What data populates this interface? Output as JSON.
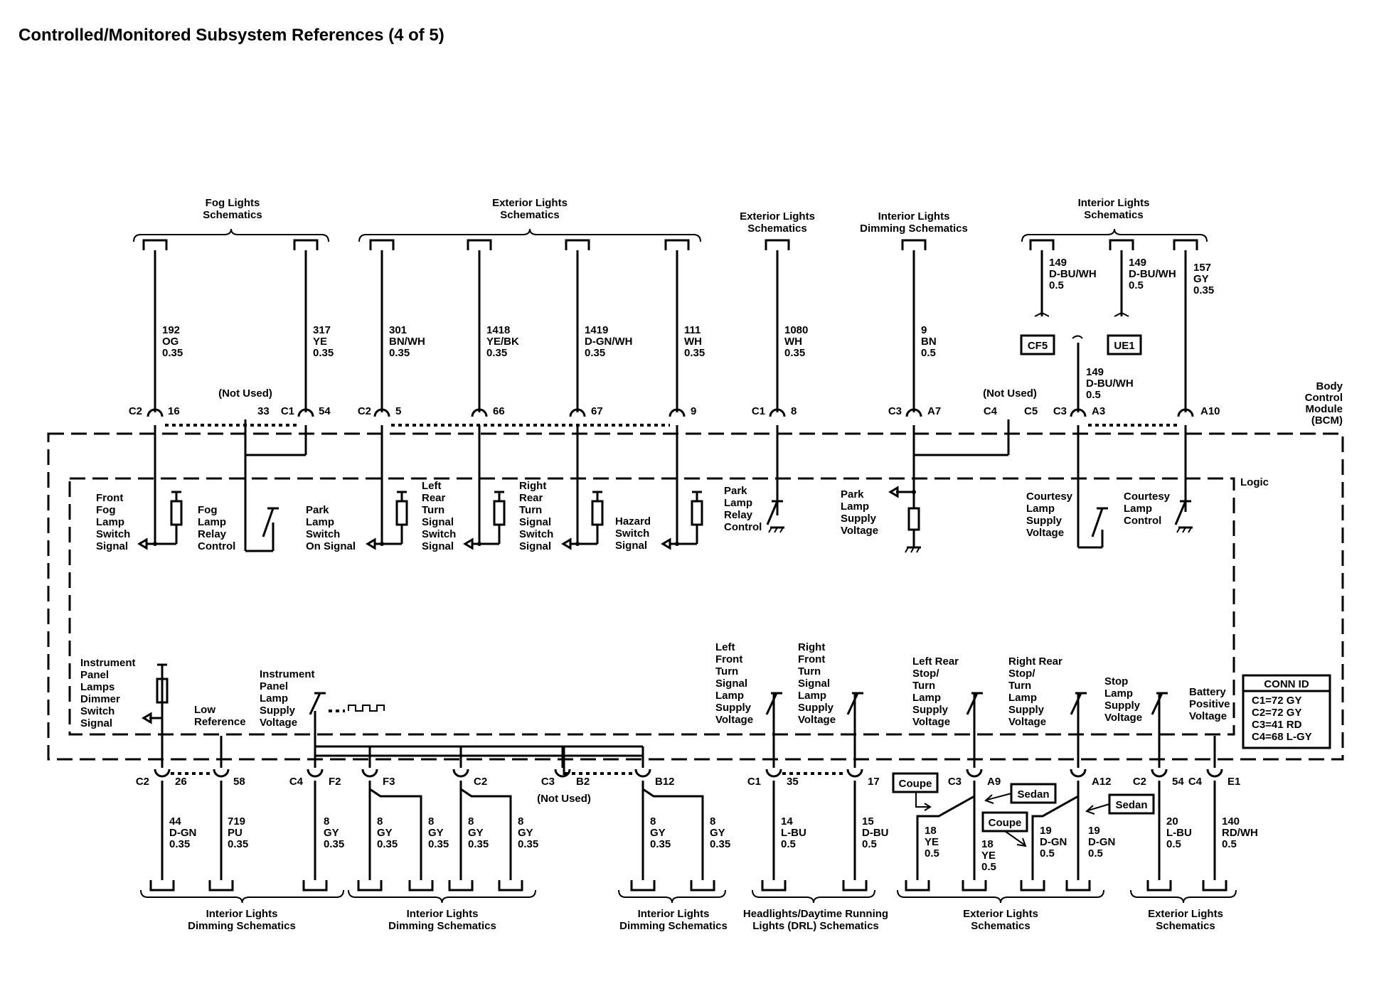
{
  "title": "Controlled/Monitored Subsystem References (4 of 5)",
  "module": {
    "name_lines": [
      "Body",
      "Control",
      "Module",
      "(BCM)"
    ],
    "logic_label": "Logic"
  },
  "top_groups": [
    {
      "id": "fog",
      "lines": [
        "Fog Lights",
        "Schematics"
      ]
    },
    {
      "id": "ext1",
      "lines": [
        "Exterior Lights",
        "Schematics"
      ]
    },
    {
      "id": "ext2",
      "lines": [
        "Exterior Lights",
        "Schematics"
      ]
    },
    {
      "id": "dim",
      "lines": [
        "Interior Lights",
        "Dimming Schematics"
      ]
    },
    {
      "id": "int",
      "lines": [
        "Interior Lights",
        "Schematics"
      ]
    }
  ],
  "top_wires": [
    {
      "id": "w192",
      "lines": [
        "192",
        "OG",
        "0.35"
      ]
    },
    {
      "id": "w317",
      "lines": [
        "317",
        "YE",
        "0.35"
      ]
    },
    {
      "id": "w301",
      "lines": [
        "301",
        "BN/WH",
        "0.35"
      ]
    },
    {
      "id": "w1418",
      "lines": [
        "1418",
        "YE/BK",
        "0.35"
      ]
    },
    {
      "id": "w1419",
      "lines": [
        "1419",
        "D-GN/WH",
        "0.35"
      ]
    },
    {
      "id": "w111",
      "lines": [
        "111",
        "WH",
        "0.35"
      ]
    },
    {
      "id": "w1080",
      "lines": [
        "1080",
        "WH",
        "0.35"
      ]
    },
    {
      "id": "w9",
      "lines": [
        "9",
        "BN",
        "0.5"
      ]
    },
    {
      "id": "w149a",
      "lines": [
        "149",
        "D-BU/WH",
        "0.5"
      ]
    },
    {
      "id": "w149b",
      "lines": [
        "149",
        "D-BU/WH",
        "0.5"
      ]
    },
    {
      "id": "w157",
      "lines": [
        "157",
        "GY",
        "0.35"
      ]
    },
    {
      "id": "w149c",
      "lines": [
        "149",
        "D-BU/WH",
        "0.5"
      ]
    }
  ],
  "top_pins": {
    "c2a": "C2",
    "p16": "16",
    "p33": "33",
    "c1a": "C1",
    "p54": "54",
    "c2b": "C2",
    "p5": "5",
    "p66": "66",
    "p67": "67",
    "p9": "9",
    "c1b": "C1",
    "p8": "8",
    "c3a": "C3",
    "pa7": "A7",
    "c4a": "C4",
    "c5": "C5",
    "c3b": "C3",
    "pa3": "A3",
    "pa10": "A10"
  },
  "not_used": "(Not Used)",
  "splices": {
    "cf5": "CF5",
    "ue1": "UE1"
  },
  "top_signals": [
    {
      "id": "front-fog",
      "lines": [
        "Front",
        "Fog",
        "Lamp",
        "Switch",
        "Signal"
      ]
    },
    {
      "id": "fog-relay",
      "lines": [
        "Fog",
        "Lamp",
        "Relay",
        "Control"
      ]
    },
    {
      "id": "park-switch",
      "lines": [
        "Park",
        "Lamp",
        "Switch",
        "On Signal"
      ]
    },
    {
      "id": "left-turn",
      "lines": [
        "Left",
        "Rear",
        "Turn",
        "Signal",
        "Switch",
        "Signal"
      ]
    },
    {
      "id": "right-turn",
      "lines": [
        "Right",
        "Rear",
        "Turn",
        "Signal",
        "Switch",
        "Signal"
      ]
    },
    {
      "id": "hazard",
      "lines": [
        "Hazard",
        "Switch",
        "Signal"
      ]
    },
    {
      "id": "park-relay",
      "lines": [
        "Park",
        "Lamp",
        "Relay",
        "Control"
      ]
    },
    {
      "id": "park-supply",
      "lines": [
        "Park",
        "Lamp",
        "Supply",
        "Voltage"
      ]
    },
    {
      "id": "courtesy-supply",
      "lines": [
        "Courtesy",
        "Lamp",
        "Supply",
        "Voltage"
      ]
    },
    {
      "id": "courtesy-control",
      "lines": [
        "Courtesy",
        "Lamp",
        "Control"
      ]
    }
  ],
  "bottom_signals": [
    {
      "id": "ip-dimmer",
      "lines": [
        "Instrument",
        "Panel",
        "Lamps",
        "Dimmer",
        "Switch",
        "Signal"
      ]
    },
    {
      "id": "low-ref",
      "lines": [
        "Low",
        "Reference"
      ]
    },
    {
      "id": "ip-supply",
      "lines": [
        "Instrument",
        "Panel",
        "Lamp",
        "Supply",
        "Voltage"
      ]
    },
    {
      "id": "lf-turn",
      "lines": [
        "Left",
        "Front",
        "Turn",
        "Signal",
        "Lamp",
        "Supply",
        "Voltage"
      ]
    },
    {
      "id": "rf-turn",
      "lines": [
        "Right",
        "Front",
        "Turn",
        "Signal",
        "Lamp",
        "Supply",
        "Voltage"
      ]
    },
    {
      "id": "lr-stop",
      "lines": [
        "Left Rear",
        "Stop/",
        "Turn",
        "Lamp",
        "Supply",
        "Voltage"
      ]
    },
    {
      "id": "rr-stop",
      "lines": [
        "Right Rear",
        "Stop/",
        "Turn",
        "Lamp",
        "Supply",
        "Voltage"
      ]
    },
    {
      "id": "stop-supply",
      "lines": [
        "Stop",
        "Lamp",
        "Supply",
        "Voltage"
      ]
    },
    {
      "id": "batt-pos",
      "lines": [
        "Battery",
        "Positive",
        "Voltage"
      ]
    }
  ],
  "conn_id": {
    "title": "CONN ID",
    "items": [
      "C1=72 GY",
      "C2=72 GY",
      "C3=41 RD",
      "C4=68 L-GY"
    ]
  },
  "bottom_pins": {
    "c2": "C2",
    "p26": "26",
    "p58": "58",
    "c4a": "C4",
    "pf2": "F2",
    "pf3": "F3",
    "c2b": "C2",
    "c3": "C3",
    "pb2": "B2",
    "pb12": "B12",
    "c1": "C1",
    "p35": "35",
    "p17": "17",
    "c3b": "C3",
    "pa9": "A9",
    "pa12": "A12",
    "c2c": "C2",
    "p54": "54",
    "c4b": "C4",
    "pe1": "E1"
  },
  "bottom_wires": [
    {
      "id": "w44",
      "lines": [
        "44",
        "D-GN",
        "0.35"
      ]
    },
    {
      "id": "w719",
      "lines": [
        "719",
        "PU",
        "0.35"
      ]
    },
    {
      "id": "w8a",
      "lines": [
        "8",
        "GY",
        "0.35"
      ]
    },
    {
      "id": "w8b",
      "lines": [
        "8",
        "GY",
        "0.35"
      ]
    },
    {
      "id": "w8c",
      "lines": [
        "8",
        "GY",
        "0.35"
      ]
    },
    {
      "id": "w8d",
      "lines": [
        "8",
        "GY",
        "0.35"
      ]
    },
    {
      "id": "w8e",
      "lines": [
        "8",
        "GY",
        "0.35"
      ]
    },
    {
      "id": "w8f",
      "lines": [
        "8",
        "GY",
        "0.35"
      ]
    },
    {
      "id": "w8g",
      "lines": [
        "8",
        "GY",
        "0.35"
      ]
    },
    {
      "id": "w14",
      "lines": [
        "14",
        "L-BU",
        "0.5"
      ]
    },
    {
      "id": "w15",
      "lines": [
        "15",
        "D-BU",
        "0.5"
      ]
    },
    {
      "id": "w18a",
      "lines": [
        "18",
        "YE",
        "0.5"
      ]
    },
    {
      "id": "w18b",
      "lines": [
        "18",
        "YE",
        "0.5"
      ]
    },
    {
      "id": "w19a",
      "lines": [
        "19",
        "D-GN",
        "0.5"
      ]
    },
    {
      "id": "w19b",
      "lines": [
        "19",
        "D-GN",
        "0.5"
      ]
    },
    {
      "id": "w20",
      "lines": [
        "20",
        "L-BU",
        "0.5"
      ]
    },
    {
      "id": "w140",
      "lines": [
        "140",
        "RD/WH",
        "0.5"
      ]
    }
  ],
  "options": {
    "coupe1": "Coupe",
    "sedan1": "Sedan",
    "coupe2": "Coupe",
    "sedan2": "Sedan"
  },
  "bottom_groups": [
    {
      "id": "dim1",
      "lines": [
        "Interior Lights",
        "Dimming Schematics"
      ]
    },
    {
      "id": "dim2",
      "lines": [
        "Interior Lights",
        "Dimming Schematics"
      ]
    },
    {
      "id": "dim3",
      "lines": [
        "Interior Lights",
        "Dimming Schematics"
      ]
    },
    {
      "id": "drl",
      "lines": [
        "Headlights/Daytime Running",
        "Lights (DRL) Schematics"
      ]
    },
    {
      "id": "ext3",
      "lines": [
        "Exterior Lights",
        "Schematics"
      ]
    },
    {
      "id": "ext4",
      "lines": [
        "Exterior Lights",
        "Schematics"
      ]
    }
  ]
}
